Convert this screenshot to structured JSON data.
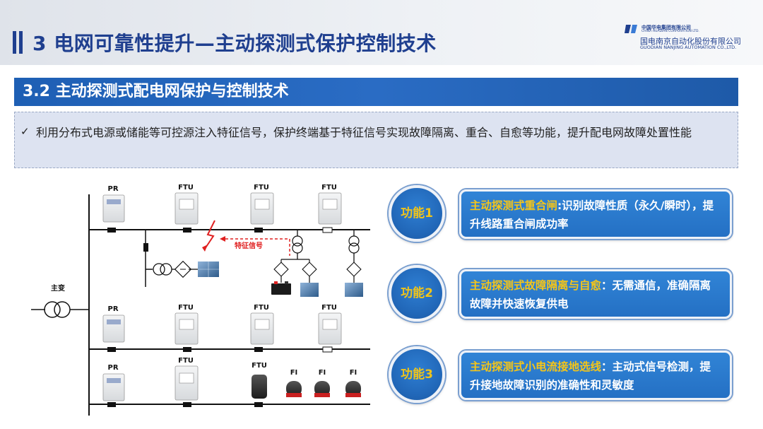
{
  "header": {
    "title": "3 电网可靠性提升—主动探测式保护控制技术",
    "logo": {
      "cn_small": "中国华电集团有限公司",
      "en_small": "CHINA HUADIAN CORPORATION LTD.",
      "cn": "国电南京自动化股份有限公司",
      "en": "GUODIAN NANJING AUTOMATION CO.,LTD."
    }
  },
  "section": {
    "title": "3.2 主动探测式配电网保护与控制技术"
  },
  "description": {
    "check": "✓",
    "text": "利用分布式电源或储能等可控源注入特征信号，保护终端基于特征信号实现故障隔离、重合、自愈等功能，提升配电网故障处置性能"
  },
  "diagram": {
    "main_transformer_label": "主变",
    "signal_label": "特征信号",
    "devices": {
      "pr": "PR",
      "ftu": "FTU",
      "fi": "FI"
    }
  },
  "functions": [
    {
      "circle": "功能1",
      "highlight": "主动探测式重合闸",
      "text": ":识别故障性质（永久/瞬时），提升线路重合闸成功率"
    },
    {
      "circle": "功能2",
      "highlight": "主动探测式故障隔离与自愈",
      "text": "：无需通信，准确隔离故障并快速恢复供电"
    },
    {
      "circle": "功能3",
      "highlight": "主动探测式小电流接地选线",
      "text": "：主动式信号检测，提升接地故障识别的准确性和灵敏度"
    }
  ],
  "colors": {
    "title": "#1f3f8f",
    "section_bar": "#2a6cc4",
    "function_bg": "#2470c4",
    "highlight": "#f5c518",
    "fault_red": "#e02020"
  }
}
